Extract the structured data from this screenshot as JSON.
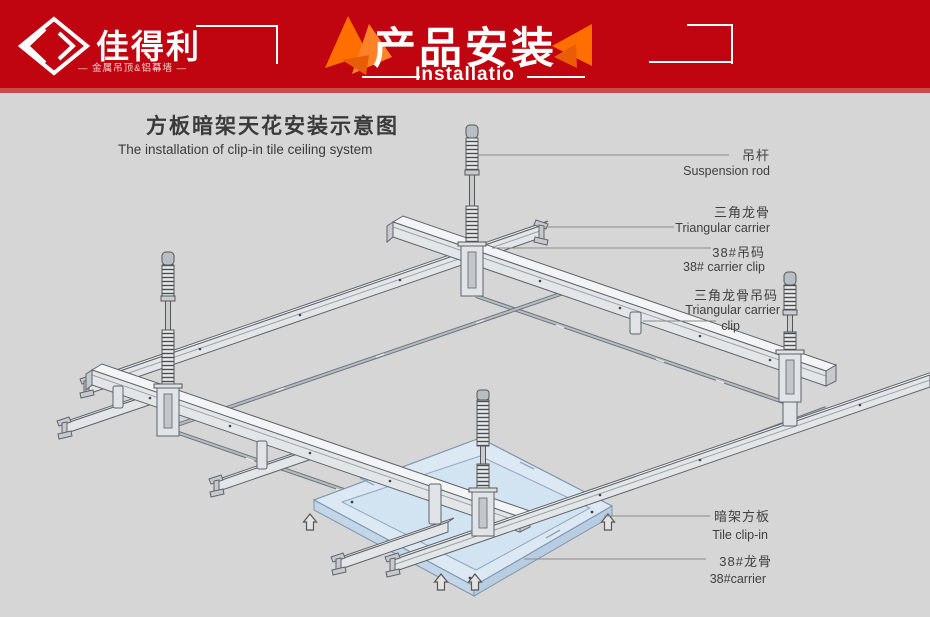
{
  "banner": {
    "logo_name": "佳得利",
    "logo_tagline": "— 金属吊顶&铝幕墙 —",
    "title": "产品安装",
    "subtitle": "Installatio",
    "colors": {
      "banner_red": "#c10510",
      "accent_orange": "#ff6f00"
    }
  },
  "diagram": {
    "title_cn": "方板暗架天花安装示意图",
    "title_en": "The installation of clip-in tile ceiling system",
    "labels": {
      "suspension_rod": {
        "cn": "吊杆",
        "en": "Suspension rod"
      },
      "triangular_carrier": {
        "cn": "三角龙骨",
        "en": "Triangular carrier"
      },
      "carrier_clip_38": {
        "cn": "38#吊码",
        "en": "38# carrier clip"
      },
      "triangular_carrier_clip": {
        "cn": "三角龙骨吊码",
        "en": "Triangular carrier",
        "en2": "clip"
      },
      "tile_clip_in": {
        "cn": "暗架方板",
        "en": "Tile clip-in"
      },
      "carrier_38": {
        "cn": "38#龙骨",
        "en": "38#carrier"
      }
    }
  }
}
